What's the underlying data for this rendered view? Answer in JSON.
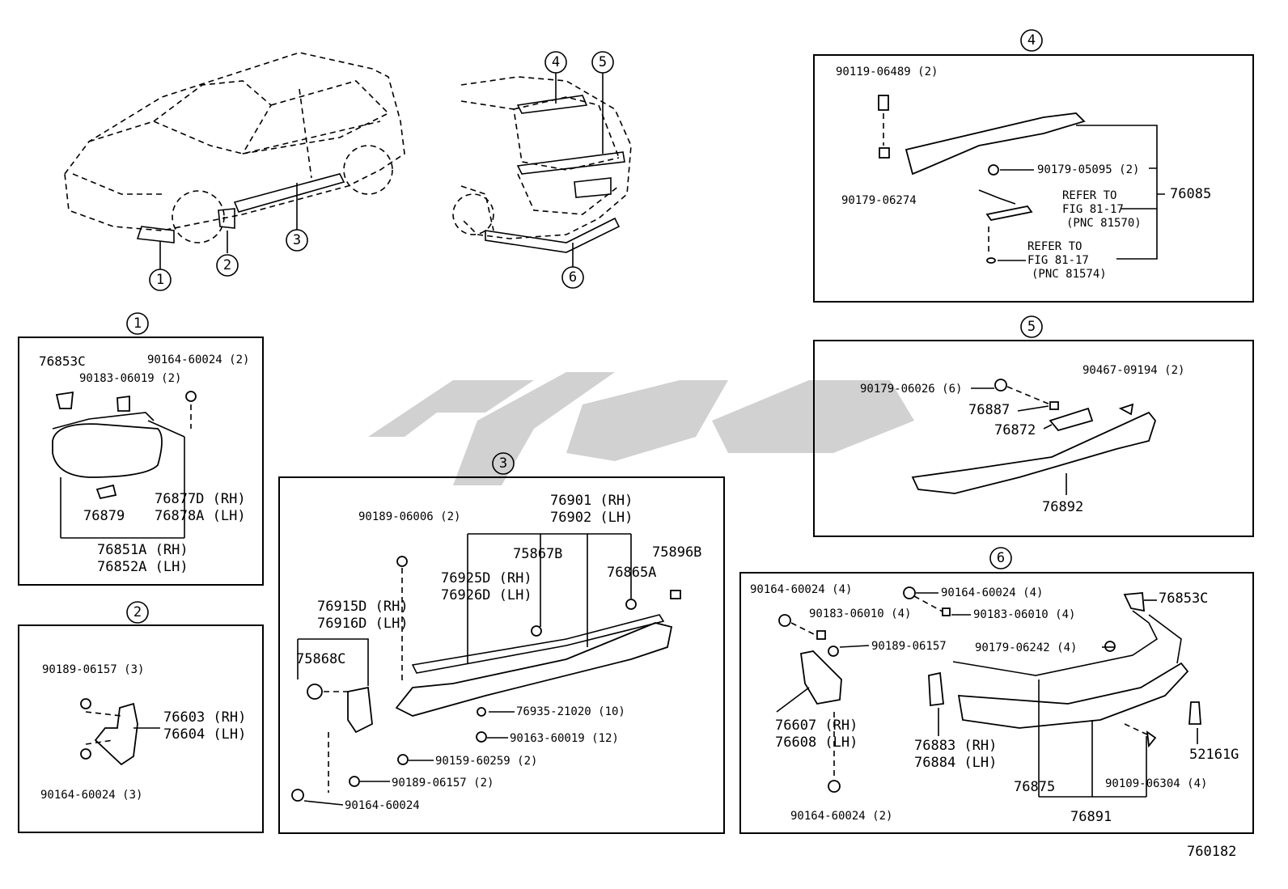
{
  "drawing_id": "760182",
  "callouts": [
    "1",
    "2",
    "3",
    "4",
    "5",
    "6"
  ],
  "panel1": {
    "title": "1",
    "labels": {
      "clip": "76853C",
      "bolt": "90164-60024 (2)",
      "nut": "90183-06019 (2)",
      "seal_rh": "76877D (RH)",
      "seal_lh": "76878A (LH)",
      "retainer": "76879",
      "assy_rh": "76851A (RH)",
      "assy_lh": "76852A (LH)"
    }
  },
  "panel2": {
    "title": "2",
    "labels": {
      "screw_top": "90189-06157 (3)",
      "flap_rh": "76603 (RH)",
      "flap_lh": "76604 (LH)",
      "screw_bottom": "90164-60024 (3)"
    }
  },
  "panel3": {
    "title": "3",
    "labels": {
      "clip_top": "90189-06006 (2)",
      "sill_rh": "76901 (RH)",
      "sill_lh": "76902 (LH)",
      "p75867b": "75867B",
      "p75896b": "75896B",
      "molding_rh": "76925D (RH)",
      "molding_lh": "76926D (LH)",
      "p76865a": "76865A",
      "bracket_rh": "76915D (RH)",
      "bracket_lh": "76916D (LH)",
      "p75868c": "75868C",
      "clip_mid": "76935-21020 (10)",
      "screw_12": "90163-60019 (12)",
      "screw_2": "90159-60259 (2)",
      "screw_b": "90189-06157 (2)",
      "bolt_b": "90164-60024"
    }
  },
  "panel4": {
    "title": "4",
    "labels": {
      "bolt": "90119-06489 (2)",
      "nut_top": "90179-05095 (2)",
      "nut_left": "90179-06274",
      "spoiler": "76085",
      "refer1_a": "REFER TO",
      "refer1_b": "FIG 81-17",
      "refer1_c": "(PNC 81570)",
      "refer2_a": "REFER TO",
      "refer2_b": "FIG 81-17",
      "refer2_c": "(PNC 81574)"
    }
  },
  "panel5": {
    "title": "5",
    "labels": {
      "nut": "90179-06026 (6)",
      "screw": "90467-09194 (2)",
      "p76887": "76887",
      "p76872": "76872",
      "p76892": "76892"
    }
  },
  "panel6": {
    "title": "6",
    "labels": {
      "screw_a": "90164-60024 (4)",
      "screw_b": "90164-60024 (4)",
      "nut_a": "90183-06010 (4)",
      "nut_b": "90183-06010 (4)",
      "clip": "76853C",
      "screw_c": "90189-06157",
      "nut_c": "90179-06242 (4)",
      "flap_rh": "76607 (RH)",
      "flap_lh": "76608 (LH)",
      "brk_rh": "76883 (RH)",
      "brk_lh": "76884 (LH)",
      "p52161g": "52161G",
      "p76875": "76875",
      "screw_d": "90109-06304 (4)",
      "p76891": "76891",
      "screw_e": "90164-60024 (2)"
    }
  }
}
